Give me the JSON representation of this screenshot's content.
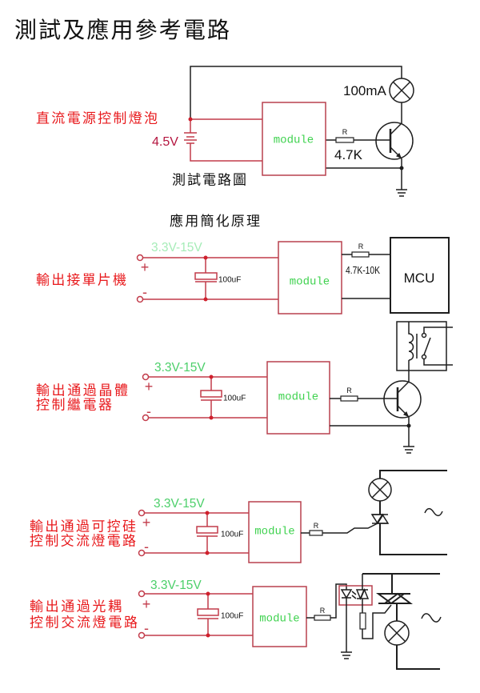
{
  "title": "測試及應用參考電路",
  "colors": {
    "label_red": "#e8191c",
    "wire_red": "#c23b4a",
    "module_border": "#b8404e",
    "module_text": "#3fd24f",
    "supply_green": "#4ccf6a",
    "supply_green_light": "#a6ecb8",
    "battery_label": "#b4153f",
    "line_black": "#1e1e1e",
    "junction_red": "#d0202c"
  },
  "test_circuit": {
    "label": "直流電源控制燈泡",
    "battery": "4.5V",
    "lamp": "100mA",
    "module": "module",
    "resistor": {
      "name": "R",
      "value": "4.7K"
    },
    "caption": "測試電路圖"
  },
  "applications_heading": "應用簡化原理",
  "applications": [
    {
      "label_lines": [
        "輸出接單片機"
      ],
      "supply": "3.3V-15V",
      "plus": "+",
      "minus": "-",
      "capacitor": "100uF",
      "module": "module",
      "resistor": {
        "name": "R",
        "value": "4.7K-10K"
      },
      "load": "MCU"
    },
    {
      "label_lines": [
        "輸出通過晶體",
        "控制繼電器"
      ],
      "supply": "3.3V-15V",
      "plus": "+",
      "minus": "-",
      "capacitor": "100uF",
      "module": "module",
      "resistor": {
        "name": "R"
      }
    },
    {
      "label_lines": [
        "輸出通過可控硅",
        "控制交流燈電路"
      ],
      "supply": "3.3V-15V",
      "plus": "+",
      "minus": "-",
      "capacitor": "100uF",
      "module": "module",
      "resistor": {
        "name": "R"
      }
    },
    {
      "label_lines": [
        "輸出通過光耦",
        "控制交流燈電路"
      ],
      "supply": "3.3V-15V",
      "plus": "+",
      "minus": "-",
      "capacitor": "100uF",
      "module": "module",
      "resistor": {
        "name": "R"
      }
    }
  ]
}
